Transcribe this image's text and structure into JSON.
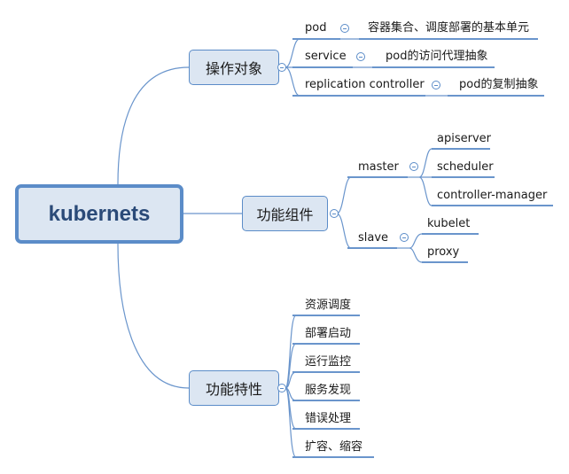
{
  "root": {
    "label": "kubernets"
  },
  "branches": [
    {
      "label": "操作对象",
      "children": [
        {
          "label": "pod",
          "detail": "容器集合、调度部署的基本单元"
        },
        {
          "label": "service",
          "detail": "pod的访问代理抽象"
        },
        {
          "label": "replication controller",
          "detail": "pod的复制抽象"
        }
      ]
    },
    {
      "label": "功能组件",
      "children": [
        {
          "label": "master",
          "children": [
            "apiserver",
            "scheduler",
            "controller-manager"
          ]
        },
        {
          "label": "slave",
          "children": [
            "kubelet",
            "proxy"
          ]
        }
      ]
    },
    {
      "label": "功能特性",
      "children": [
        {
          "label": "资源调度"
        },
        {
          "label": "部署启动"
        },
        {
          "label": "运行监控"
        },
        {
          "label": "服务发现"
        },
        {
          "label": "错误处理"
        },
        {
          "label": "扩容、缩容"
        }
      ]
    }
  ],
  "colors": {
    "line": "#6a95cc",
    "node_fill": "#dce6f2",
    "node_border": "#5b8cc8",
    "root_text": "#2a4a78"
  }
}
